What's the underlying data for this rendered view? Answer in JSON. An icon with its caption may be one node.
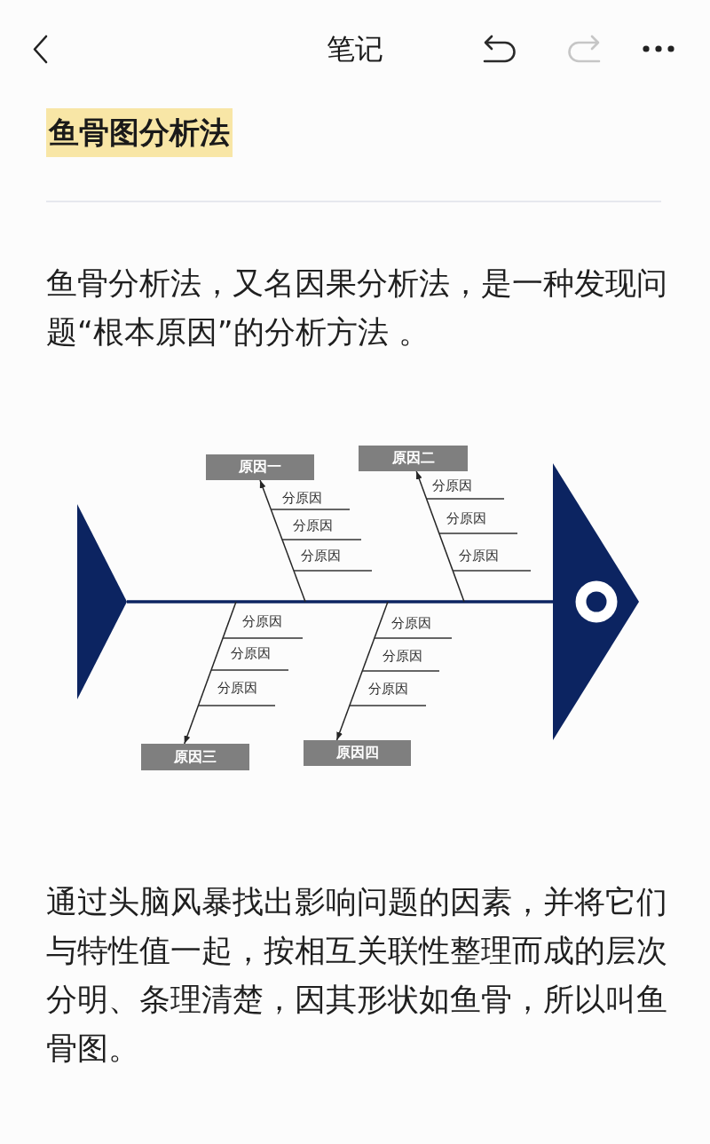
{
  "diagram": {
    "title": "鱼骨图分析法",
    "nodes": [
      {
        "text": [
          "原因一"
        ]
      },
      {
        "text": [
          "原因二"
        ]
      },
      {
        "text": [],
        "shape": "triangle"
      },
      {
        "text": [],
        "shape": "triangle"
      },
      {
        "text": [
          "原因三"
        ]
      },
      {
        "text": [
          "原因四"
        ]
      }
    ],
    "edges": [
      {
        "from": 2,
        "to": 3,
        "arrow": "none",
        "style": "thick",
        "color": "#0c2461"
      },
      {
        "from": null,
        "to": 0,
        "arrow": "to"
      },
      {
        "from": null,
        "to": 1,
        "arrow": "to"
      },
      {
        "from": null,
        "to": 4,
        "arrow": "to"
      },
      {
        "from": null,
        "to": 5,
        "arrow": "to"
      }
    ],
    "labels": [
      "笔记",
      "鱼骨分析法，又名因果分析法，是一种发现问题“根本原因”的分析方法 。",
      "分原因",
      "分原因",
      "分原因",
      "分原因",
      "分原因",
      "分原因",
      "分原因",
      "分原因",
      "分原因",
      "分原因",
      "分原因",
      "分原因",
      "通过头脑风暴找出影响问题的因素，并将它们与特性值一起，按相互关联性整理而成的层次分明、条理清楚，因其形状如鱼骨，所以叫鱼骨图。"
    ]
  }
}
